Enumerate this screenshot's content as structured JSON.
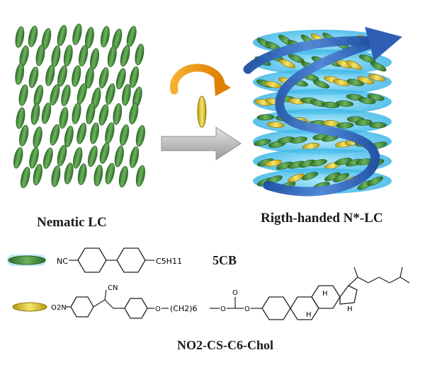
{
  "labels": {
    "nematic": "Nematic LC",
    "chiral": "Rigth-handed N*-LC",
    "cb": "5CB",
    "dopant": "NO2-CS-C6-Chol"
  },
  "chem": {
    "cb_nc": "NC",
    "cb_tail": "C5H11",
    "dopant_no2": "O2N",
    "dopant_cn": "CN",
    "dopant_o": "O",
    "dopant_chain": "(CH2)6",
    "carbonyl_o": "O",
    "h_atoms": [
      "H",
      "H",
      "H"
    ]
  },
  "colors": {
    "lc_green": "#3f8a3a",
    "dopant_yellow": "#e6d23c",
    "helix_blue": "#2f5fb5",
    "disk_cyan": "#5ec8ee",
    "rotation_orange": "#f0a020",
    "arrow_grey": "#b8b8b8"
  }
}
